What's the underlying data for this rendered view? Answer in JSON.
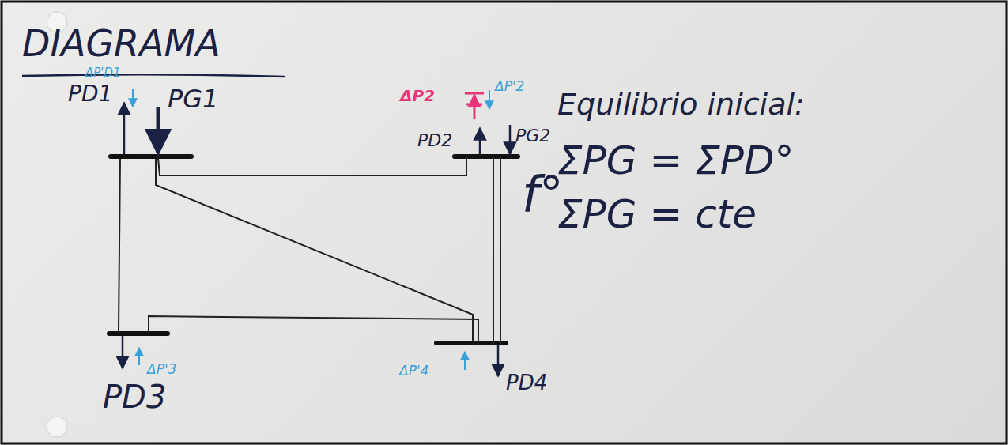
{
  "diagram": {
    "title": "DIAGRAMA",
    "labels": [
      "PD1",
      "ΔP'D1",
      "PG1",
      "ΔP2",
      "ΔP'2",
      "PD2",
      "PG2",
      "f°",
      "Equilibrio inicial:",
      "ΣPG = ΣPD°",
      "ΣPG = cte",
      "PD3",
      "ΔP'3",
      "ΔP'4",
      "PD4"
    ]
  }
}
